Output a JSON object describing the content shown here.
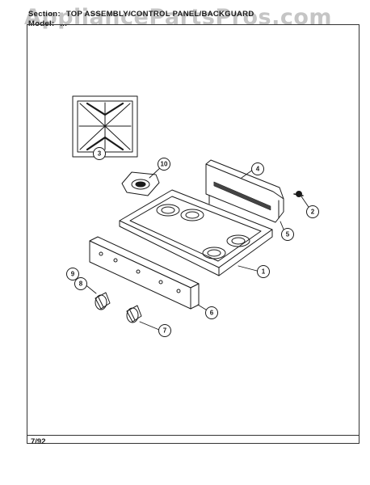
{
  "header": {
    "section_label": "Section:",
    "section_value": "TOP ASSEMBLY/CONTROL PANEL/BACKGUARD",
    "model_label": "Model:",
    "model_value": "..."
  },
  "watermark": "AppliancePartsPros.com",
  "footer": {
    "date_code": "7/92"
  },
  "callouts": [
    {
      "id": "c3",
      "label": "3"
    },
    {
      "id": "c10",
      "label": "10"
    },
    {
      "id": "c4",
      "label": "4"
    },
    {
      "id": "c2",
      "label": "2"
    },
    {
      "id": "c5",
      "label": "5"
    },
    {
      "id": "c1",
      "label": "1"
    },
    {
      "id": "c9",
      "label": "9"
    },
    {
      "id": "c8",
      "label": "8"
    },
    {
      "id": "c6",
      "label": "6"
    },
    {
      "id": "c7",
      "label": "7"
    }
  ],
  "colors": {
    "line": "#1a1a1a",
    "watermark": "#969696"
  }
}
